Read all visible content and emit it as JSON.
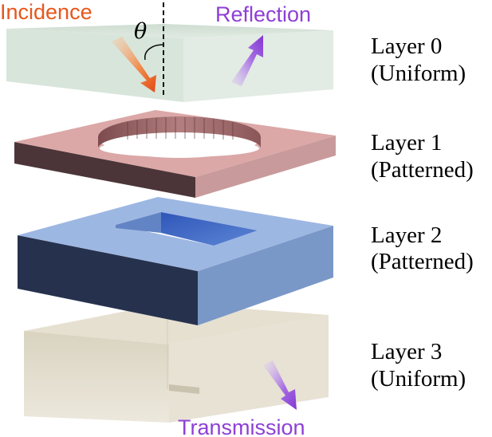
{
  "diagram": {
    "incidence_label": "Incidence",
    "reflection_label": "Reflection",
    "transmission_label": "Transmission",
    "angle_symbol": "θ",
    "layers": [
      {
        "name": "Layer 0",
        "type": "(Uniform)"
      },
      {
        "name": "Layer 1",
        "type": "(Patterned)"
      },
      {
        "name": "Layer 2",
        "type": "(Patterned)"
      },
      {
        "name": "Layer 3",
        "type": "(Uniform)"
      }
    ]
  },
  "colors": {
    "incidence": "#e8561c",
    "reflection": "#8e3fd6",
    "transmission": "#8e3fd6",
    "layer0": "#d3e1d7",
    "layer1": "#dba8a7",
    "layer2": "#7c9ed6",
    "layer3": "#dbd5c3"
  }
}
